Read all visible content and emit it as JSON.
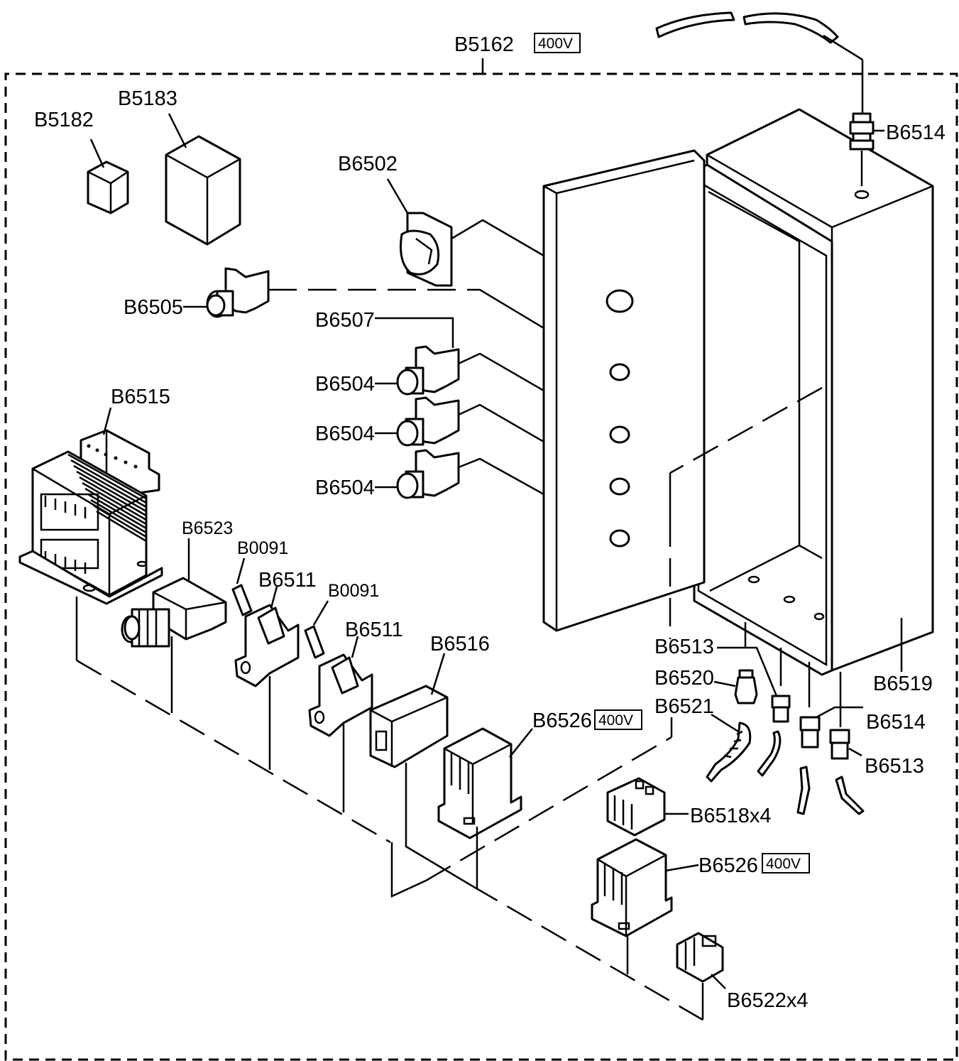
{
  "assembly": {
    "label": "B5162",
    "voltage": "400V"
  },
  "parts": {
    "B5182": "B5182",
    "B5183": "B5183",
    "B6502": "B6502",
    "B6505": "B6505",
    "B6507": "B6507",
    "B6504a": "B6504",
    "B6504b": "B6504",
    "B6504c": "B6504",
    "B6515": "B6515",
    "B6523": "B6523",
    "B0091a": "B0091",
    "B0091b": "B0091",
    "B6511a": "B6511",
    "B6511b": "B6511",
    "B6516": "B6516",
    "B6526a": "B6526",
    "B6526a_voltage": "400V",
    "B6514top": "B6514",
    "B6519": "B6519",
    "B6513a": "B6513",
    "B6520": "B6520",
    "B6521": "B6521",
    "B6514b": "B6514",
    "B6513b": "B6513",
    "B6518": "B6518x4",
    "B6526b": "B6526",
    "B6526b_voltage": "400V",
    "B6522": "B6522x4"
  }
}
